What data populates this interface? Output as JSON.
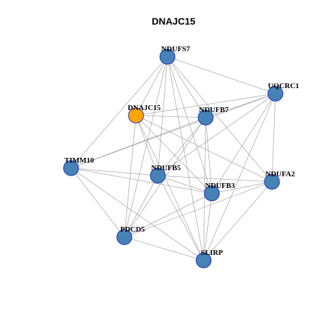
{
  "title": "DNAJC15",
  "colors": {
    "default_node": "#4682b4",
    "highlight_node": "#ffa500",
    "node_border": "#1f2fbf",
    "edge": "#aaaaaa"
  },
  "nodes": [
    {
      "id": "NDUFS7",
      "label": "NDUFS7",
      "highlight": false
    },
    {
      "id": "UQCRC1",
      "label": "UQCRC1",
      "highlight": false
    },
    {
      "id": "DNAJC15",
      "label": "DNAJC15",
      "highlight": true
    },
    {
      "id": "NDUFB7",
      "label": "NDUFB7",
      "highlight": false
    },
    {
      "id": "TIMM10",
      "label": "TIMM10",
      "highlight": false
    },
    {
      "id": "NDUFB5",
      "label": "NDUFB5",
      "highlight": false
    },
    {
      "id": "NDUFA2",
      "label": "NDUFA2",
      "highlight": false
    },
    {
      "id": "NDUFB3",
      "label": "NDUFB3",
      "highlight": false
    },
    {
      "id": "PDCD5",
      "label": "PDCD5",
      "highlight": false
    },
    {
      "id": "SLIRP",
      "label": "SLIRP",
      "highlight": false
    }
  ],
  "edges": [
    [
      "NDUFS7",
      "UQCRC1"
    ],
    [
      "NDUFS7",
      "DNAJC15"
    ],
    [
      "NDUFS7",
      "NDUFB7"
    ],
    [
      "NDUFS7",
      "TIMM10"
    ],
    [
      "NDUFS7",
      "NDUFB5"
    ],
    [
      "NDUFS7",
      "NDUFA2"
    ],
    [
      "NDUFS7",
      "NDUFB3"
    ],
    [
      "NDUFS7",
      "PDCD5"
    ],
    [
      "NDUFS7",
      "SLIRP"
    ],
    [
      "UQCRC1",
      "DNAJC15"
    ],
    [
      "UQCRC1",
      "NDUFB7"
    ],
    [
      "UQCRC1",
      "TIMM10"
    ],
    [
      "UQCRC1",
      "NDUFB5"
    ],
    [
      "UQCRC1",
      "NDUFA2"
    ],
    [
      "UQCRC1",
      "NDUFB3"
    ],
    [
      "UQCRC1",
      "SLIRP"
    ],
    [
      "DNAJC15",
      "NDUFB7"
    ],
    [
      "DNAJC15",
      "NDUFB5"
    ],
    [
      "DNAJC15",
      "NDUFA2"
    ],
    [
      "DNAJC15",
      "NDUFB3"
    ],
    [
      "DNAJC15",
      "PDCD5"
    ],
    [
      "DNAJC15",
      "SLIRP"
    ],
    [
      "NDUFB7",
      "TIMM10"
    ],
    [
      "NDUFB7",
      "NDUFB5"
    ],
    [
      "NDUFB7",
      "NDUFB3"
    ],
    [
      "NDUFB7",
      "PDCD5"
    ],
    [
      "NDUFB7",
      "SLIRP"
    ],
    [
      "TIMM10",
      "NDUFB5"
    ],
    [
      "TIMM10",
      "NDUFB3"
    ],
    [
      "TIMM10",
      "PDCD5"
    ],
    [
      "TIMM10",
      "SLIRP"
    ],
    [
      "NDUFB5",
      "NDUFA2"
    ],
    [
      "NDUFB5",
      "NDUFB3"
    ],
    [
      "NDUFB5",
      "PDCD5"
    ],
    [
      "NDUFB5",
      "SLIRP"
    ],
    [
      "NDUFA2",
      "NDUFB3"
    ],
    [
      "NDUFA2",
      "PDCD5"
    ],
    [
      "NDUFA2",
      "SLIRP"
    ],
    [
      "NDUFB3",
      "PDCD5"
    ],
    [
      "NDUFB3",
      "SLIRP"
    ],
    [
      "PDCD5",
      "SLIRP"
    ]
  ]
}
